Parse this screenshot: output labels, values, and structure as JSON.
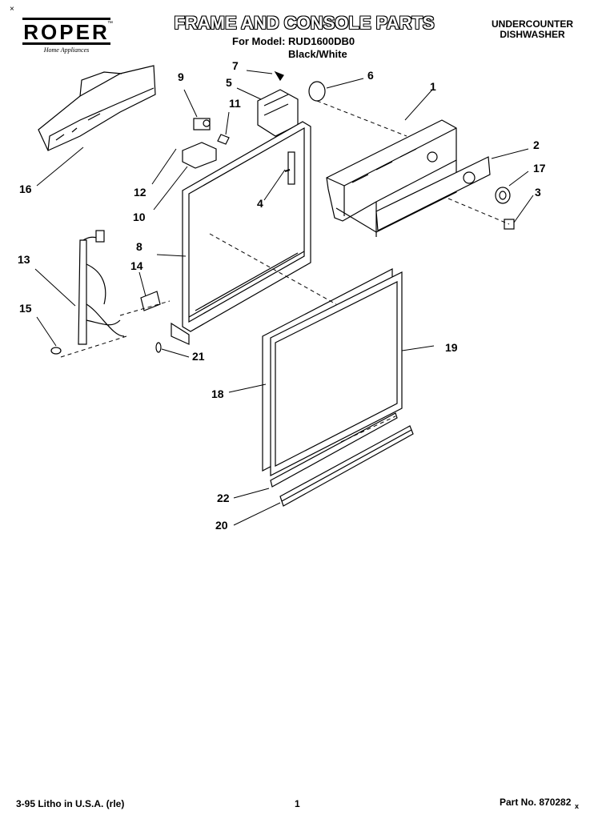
{
  "header": {
    "brand": "ROPER",
    "brand_tm": "™",
    "brand_sub": "Home Appliances",
    "corner_mark": "×",
    "title": "FRAME AND CONSOLE PARTS",
    "model_line": "For Model: RUD1600DB0",
    "color_line": "Black/White",
    "appliance_type_1": "UNDERCOUNTER",
    "appliance_type_2": "DISHWASHER"
  },
  "callouts": {
    "c1": "1",
    "c2": "2",
    "c3": "3",
    "c4": "4",
    "c5": "5",
    "c6": "6",
    "c7": "7",
    "c8": "8",
    "c9": "9",
    "c10": "10",
    "c11": "11",
    "c12": "12",
    "c13": "13",
    "c14": "14",
    "c15": "15",
    "c16": "16",
    "c17": "17",
    "c18": "18",
    "c19": "19",
    "c20": "20",
    "c21": "21",
    "c22": "22"
  },
  "footer": {
    "litho": "3-95 Litho in U.S.A. (rle)",
    "page": "1",
    "part_no": "Part No. 870282",
    "part_suffix": "x"
  }
}
